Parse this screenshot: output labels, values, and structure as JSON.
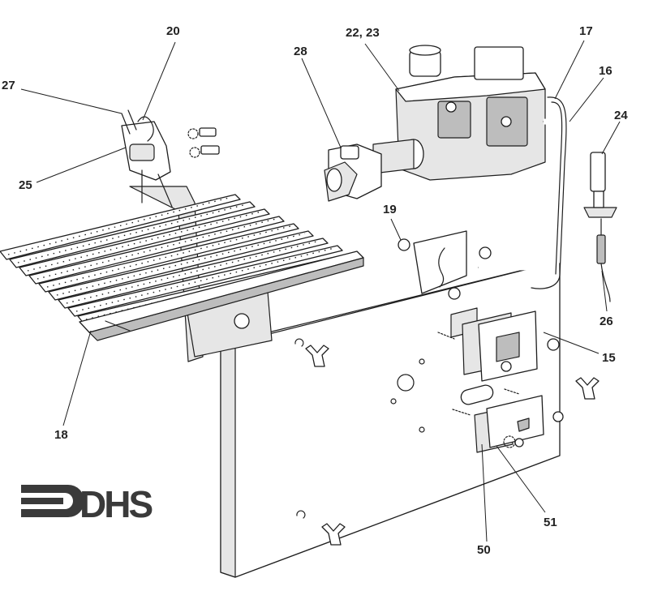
{
  "labels": {
    "p27": "27",
    "p20": "20",
    "p25": "25",
    "p28": "28",
    "p22_23": "22, 23",
    "p17": "17",
    "p16": "16",
    "p24": "24",
    "p19": "19",
    "p26": "26",
    "p15": "15",
    "p18": "18",
    "p50": "50",
    "p51": "51"
  },
  "logo": {
    "text": "DHS"
  }
}
